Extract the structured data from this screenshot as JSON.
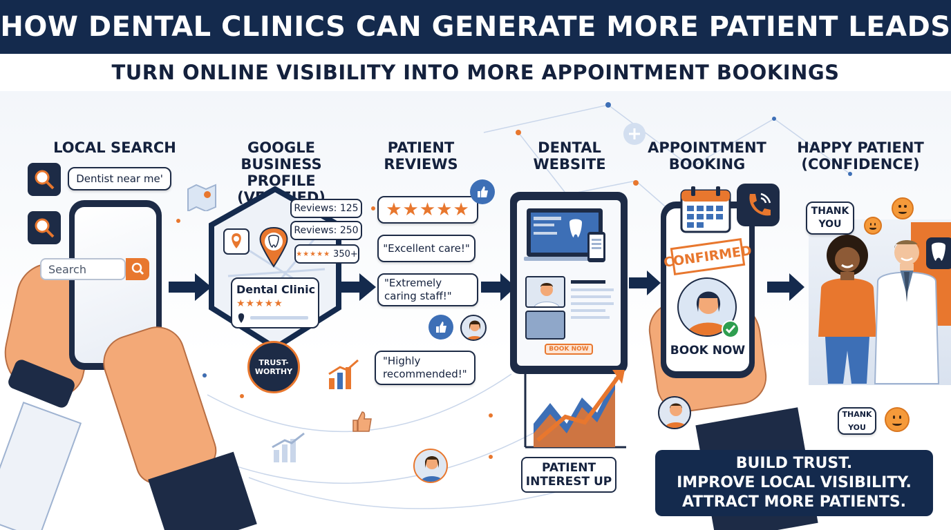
{
  "title": "HOW DENTAL CLINICS CAN GENERATE MORE PATIENT LEADS",
  "subtitle": "TURN ONLINE VISIBILITY INTO MORE APPOINTMENT BOOKINGS",
  "steps": [
    {
      "label": "LOCAL SEARCH"
    },
    {
      "label": "GOOGLE BUSINESS PROFILE (VERIFIED)"
    },
    {
      "label": "PATIENT REVIEWS"
    },
    {
      "label": "DENTAL WEBSITE"
    },
    {
      "label": "APPOINTMENT BOOKING"
    },
    {
      "label": "HAPPY PATIENT (CONFIDENCE)"
    }
  ],
  "local_search": {
    "query_bubble": "Dentist near me'",
    "search_placeholder": "Search"
  },
  "gbp": {
    "review_tags": [
      "Reviews: 125",
      "Reviews: 250",
      "350+"
    ],
    "clinic_name": "Dental Clinic",
    "stars": "★★★★★",
    "tag_stars": "★★★★★",
    "badge": "TRUST-\nWORTHY"
  },
  "reviews": {
    "stars": "★★★★★",
    "quotes": [
      "\"Excellent care!\"",
      "\"Extremely caring staff!\"",
      "\"Highly recommended!\""
    ]
  },
  "website": {
    "book_button": "BOOK NOW",
    "interest_label": "PATIENT INTEREST UP"
  },
  "booking": {
    "stamp": "CONFIRMED",
    "book_label": "BOOK NOW"
  },
  "happy": {
    "thank_you_1": "THANK YOU",
    "thank_you_2": "THANK YOU"
  },
  "cta": {
    "lines": [
      "BUILD TRUST.",
      "IMPROVE LOCAL VISIBILITY.",
      "ATTRACT MORE PATIENTS."
    ]
  },
  "colors": {
    "navy": "#142a4d",
    "orange": "#e8772e",
    "blue": "#3d6fb6"
  }
}
